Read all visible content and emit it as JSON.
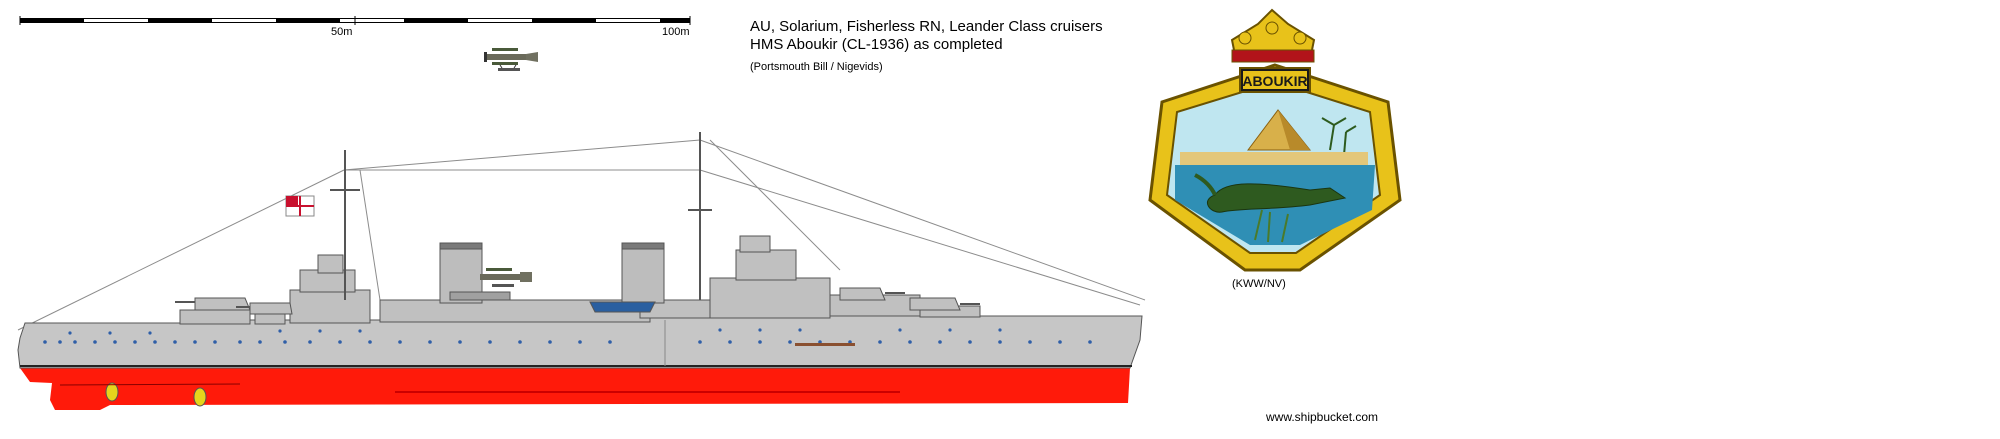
{
  "scale": {
    "mark_50": "50m",
    "mark_100": "100m"
  },
  "title": {
    "line1": "AU, Solarium, Fisherless RN, Leander Class cruisers",
    "line2": "HMS Aboukir (CL-1936) as completed",
    "credits": "(Portsmouth Bill / Nigevids)"
  },
  "badge": {
    "name": "ABOUKIR",
    "credit": "(KWW/NV)"
  },
  "site": "www.shipbucket.com",
  "colors": {
    "hull_grey": "#c6c6c6",
    "antifouling_red": "#ff1a0a",
    "deck_grey": "#a9a9a9",
    "gold": "#e8c21a",
    "badge_sky": "#bfe6f0",
    "water": "#2f8fb5"
  }
}
